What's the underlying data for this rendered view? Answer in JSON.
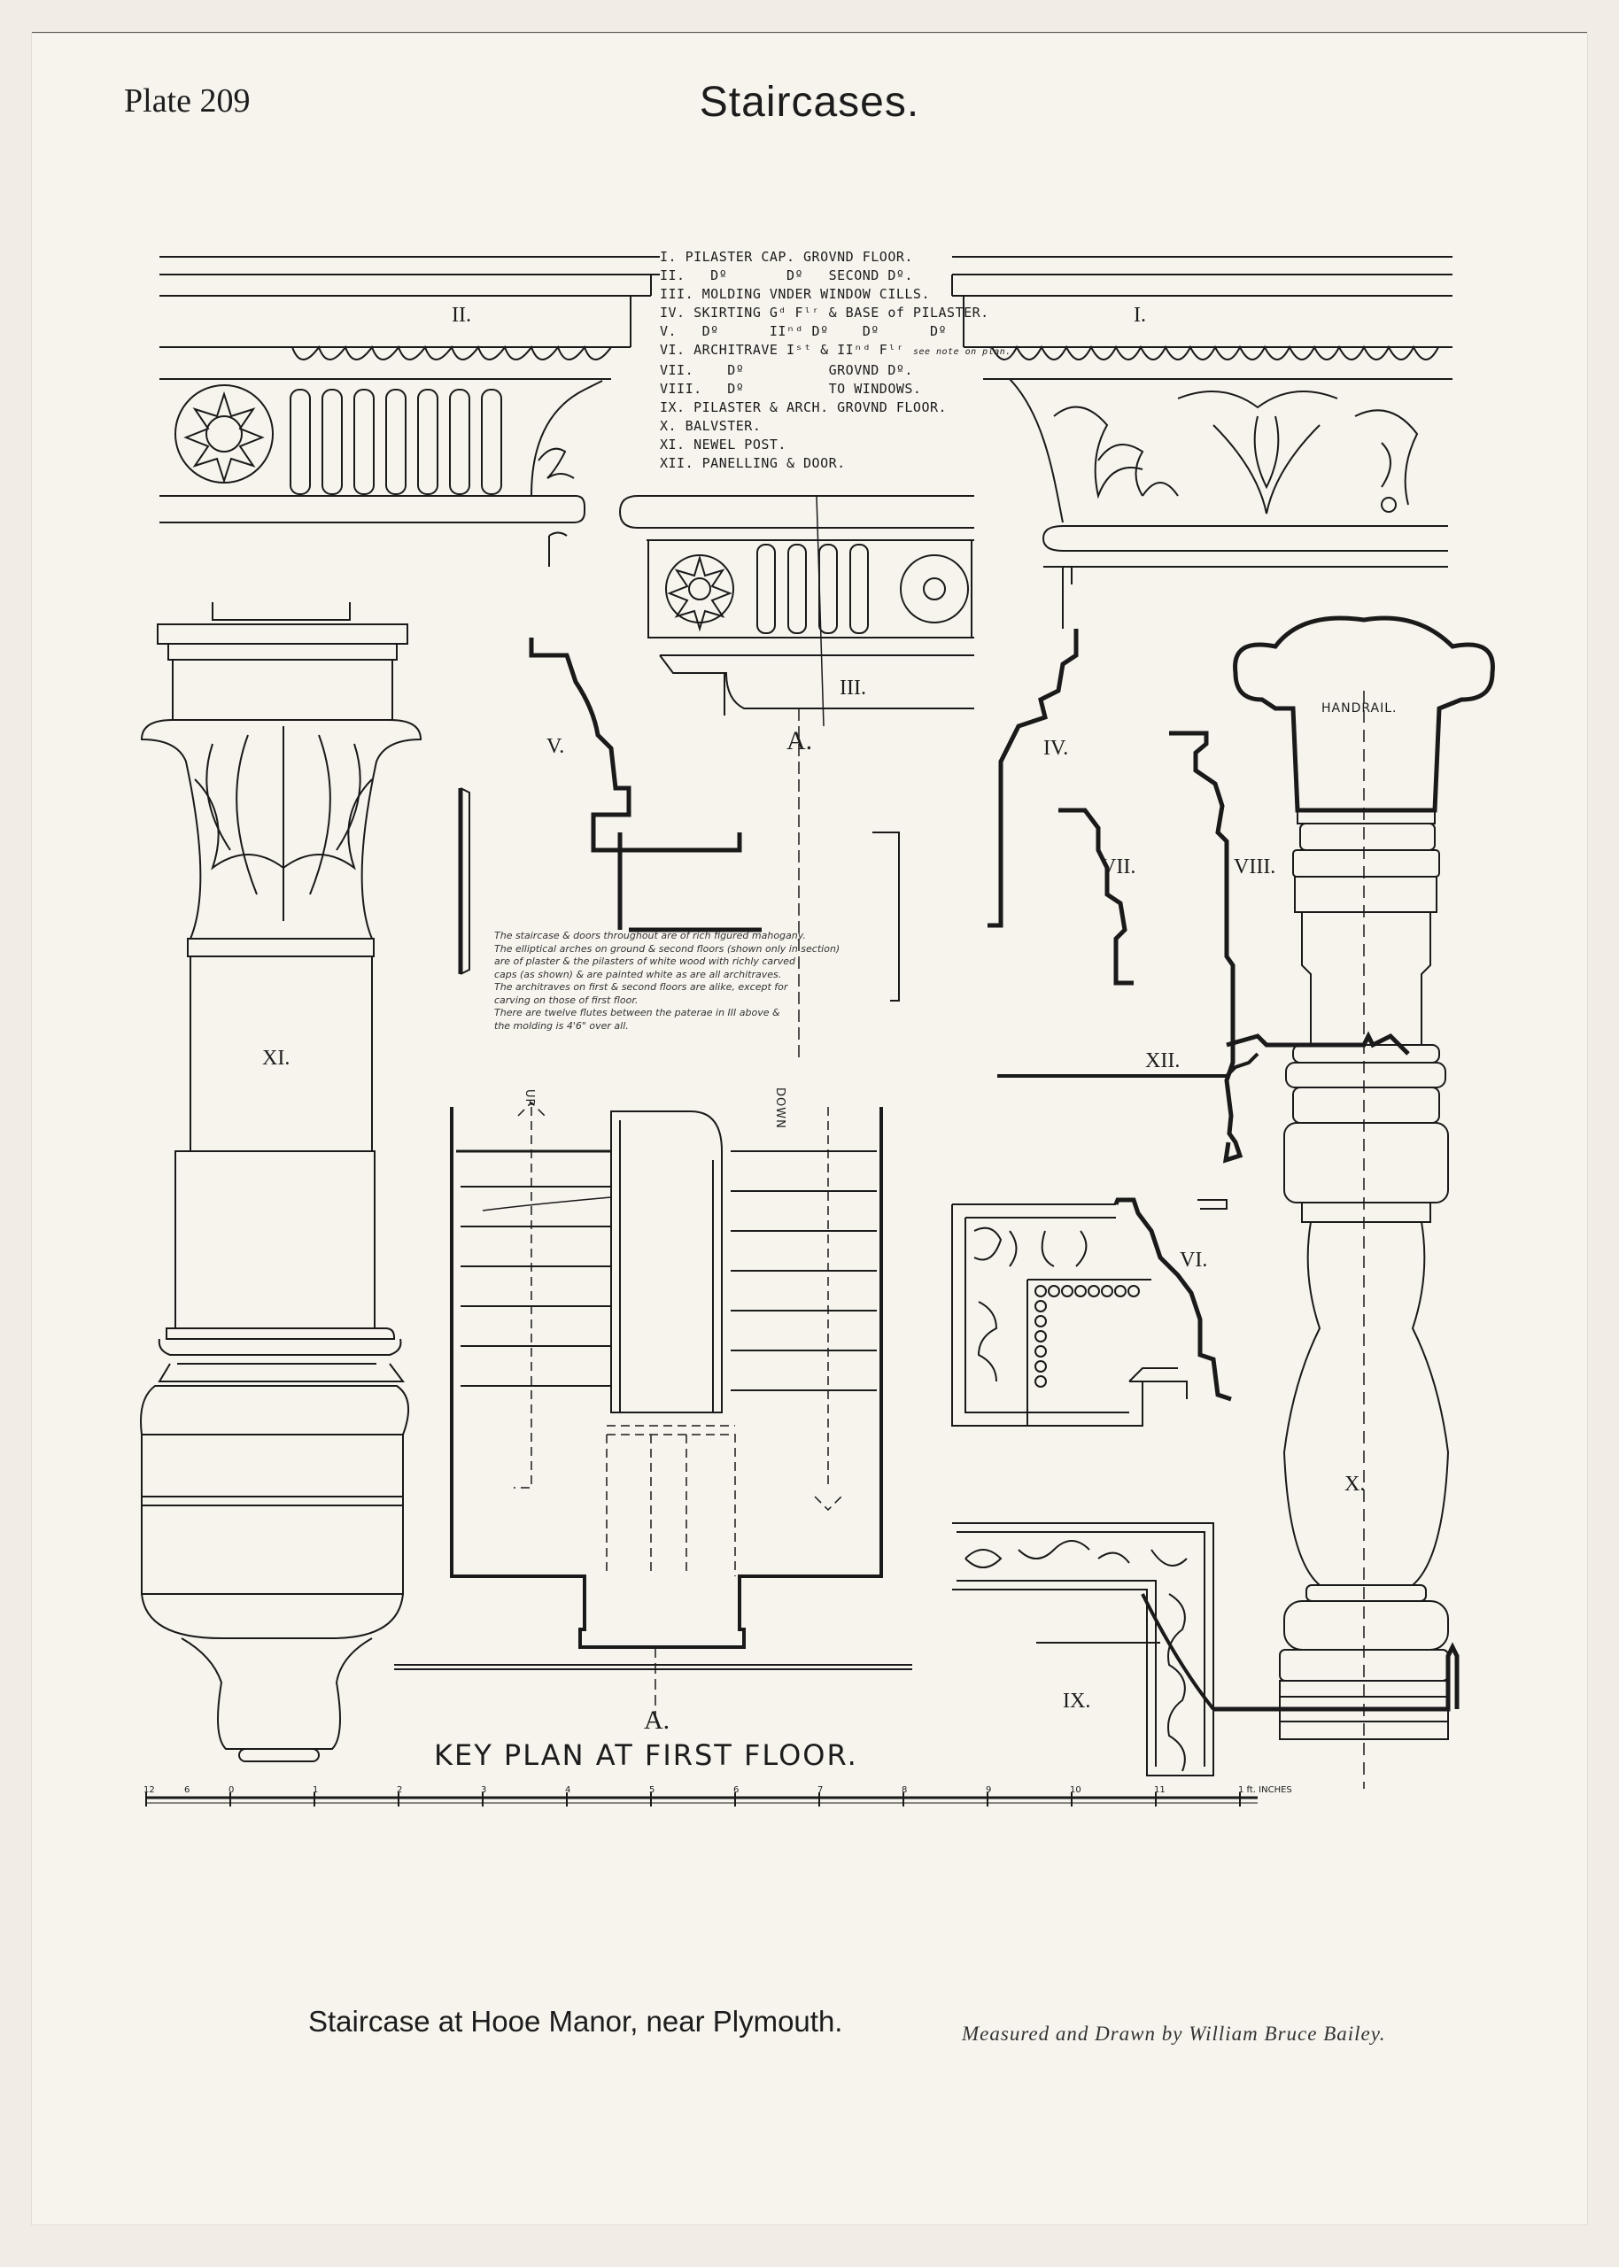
{
  "header": {
    "plate_label": "Plate 209",
    "title": "Staircases."
  },
  "legend": [
    "I. PILASTER CAP. GROVND FLOOR.",
    "II.   Dº       Dº   SECOND Dº.",
    "III. MOLDING VNDER WINDOW CILLS.",
    "IV. SKIRTING Gᵈ Fˡʳ & BASE of PILASTER.",
    "V.   Dº      IIⁿᵈ Dº    Dº      Dº",
    "VI. ARCHITRAVE Iˢᵗ & IIⁿᵈ Fˡʳ",
    "VII.    Dº          GROVND Dº.",
    "VIII.   Dº          TO WINDOWS.",
    "IX. PILASTER & ARCH. GROVND FLOOR.",
    "X. BALVSTER.",
    "XI. NEWEL POST.",
    "XII. PANELLING & DOOR."
  ],
  "legend_note": "see note on plan.",
  "notes": [
    "The staircase & doors throughout are of rich figured mahogany.",
    "The elliptical arches on ground & second floors (shown only in section)",
    "are of plaster & the pilasters of white wood with richly carved",
    "caps (as shown) & are painted white as are all architraves.",
    "The architraves on first & second floors are alike, except for",
    "carving on those of first floor.",
    "There are twelve flutes between the paterae in III above &",
    "the molding is 4'6\" over all."
  ],
  "labels": {
    "I": "I.",
    "II": "II.",
    "III": "III.",
    "IV": "IV.",
    "V": "V.",
    "VI": "VI.",
    "VII": "VII.",
    "VIII": "VIII.",
    "IX": "IX.",
    "X": "X.",
    "XI": "XI.",
    "XII": "XII.",
    "handrail": "HANDRAIL.",
    "down": "DOWN",
    "up": "UP",
    "section_a_top": "A.",
    "section_a_bottom": "A."
  },
  "key_plan_title": "KEY PLAN AT FIRST FLOOR.",
  "scale": {
    "ticks": [
      "12",
      "6",
      "0",
      "1",
      "2",
      "3",
      "4",
      "5",
      "6",
      "7",
      "8",
      "9",
      "10",
      "11",
      "1 ft. INCHES"
    ]
  },
  "caption": "Staircase at Hooe Manor, near Plymouth.",
  "credit": "Measured and Drawn by William Bruce Bailey."
}
